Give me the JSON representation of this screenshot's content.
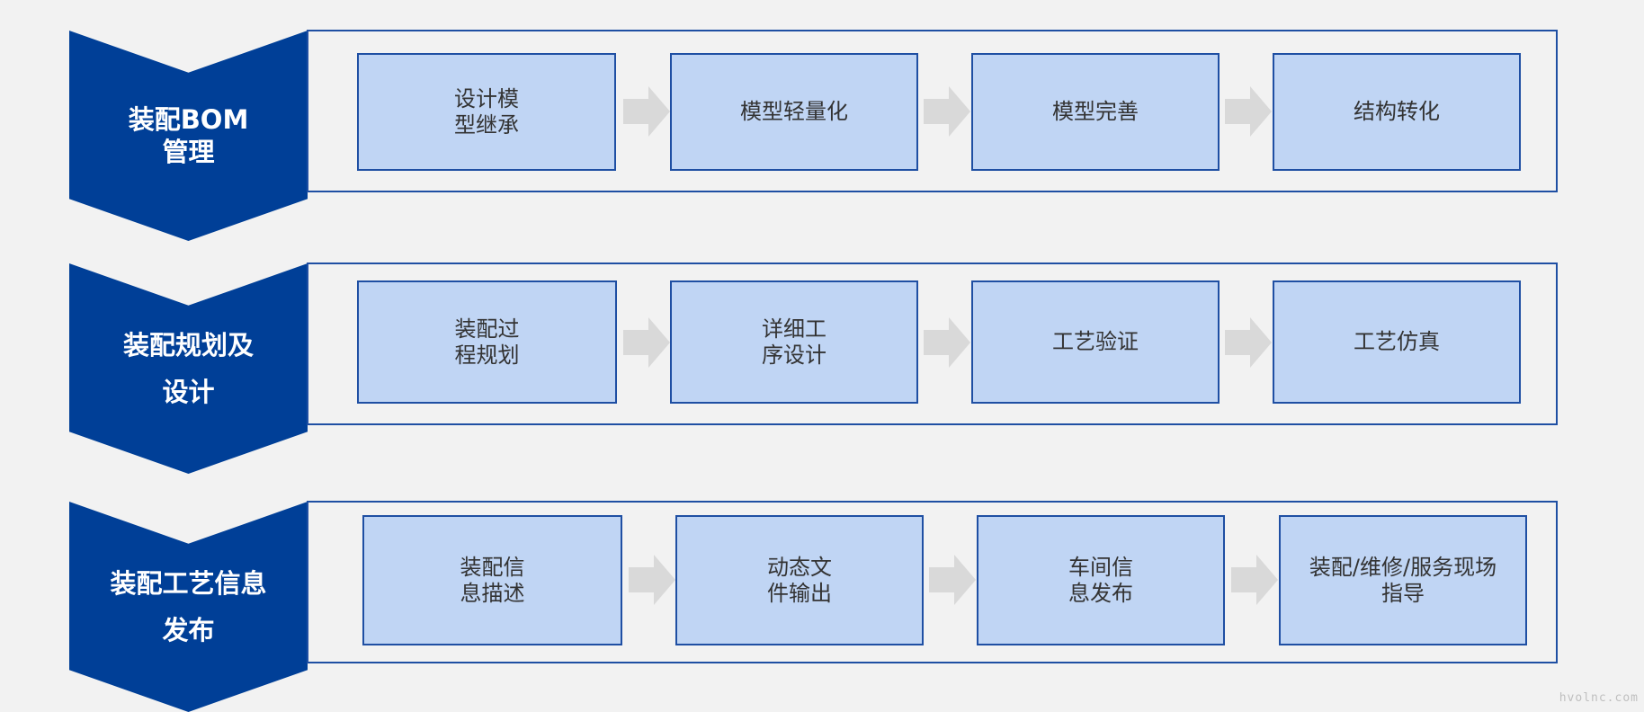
{
  "colors": {
    "chevron": "#003f97",
    "panel_border": "#1f4fa3",
    "step_fill": "#c0d5f4",
    "arrow": "#d9d9d9",
    "background": "#f2f2f2"
  },
  "rows": [
    {
      "label": "装配BOM\n管理",
      "steps": [
        "设计模\n型继承",
        "模型轻量化",
        "模型完善",
        "结构转化"
      ]
    },
    {
      "label": "装配规划及\n设计",
      "steps": [
        "装配过\n程规划",
        "详细工\n序设计",
        "工艺验证",
        "工艺仿真"
      ]
    },
    {
      "label": "装配工艺信息\n发布",
      "steps": [
        "装配信\n息描述",
        "动态文\n件输出",
        "车间信\n息发布",
        "装配/维修/服务现场\n指导"
      ]
    }
  ],
  "arrow_icon": "right-arrow-icon",
  "watermark": "hvolnc.com"
}
